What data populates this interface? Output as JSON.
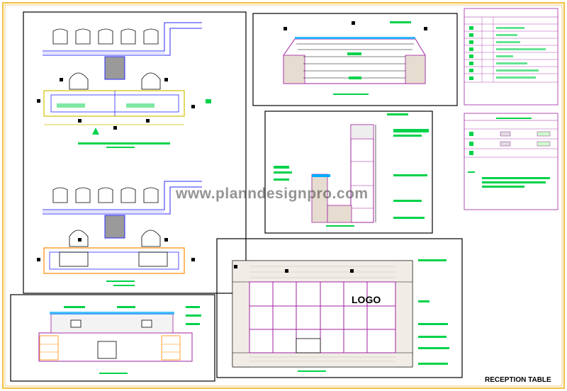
{
  "logo_text": "LOGO",
  "watermark": "www.planndesignpro.com",
  "sheet_title": "RECEPTION TABLE",
  "colors": {
    "frame": "#f0c040",
    "linework": "#2b2bff",
    "annotation": "#00d24a",
    "elevation_outline": "#a020a0",
    "highlight": "#ff2a2a",
    "dimension": "#d0c000"
  },
  "icons": [
    "chair-icon",
    "column-icon",
    "section-marker-icon",
    "drawer-unit-icon",
    "monitor-icon"
  ]
}
